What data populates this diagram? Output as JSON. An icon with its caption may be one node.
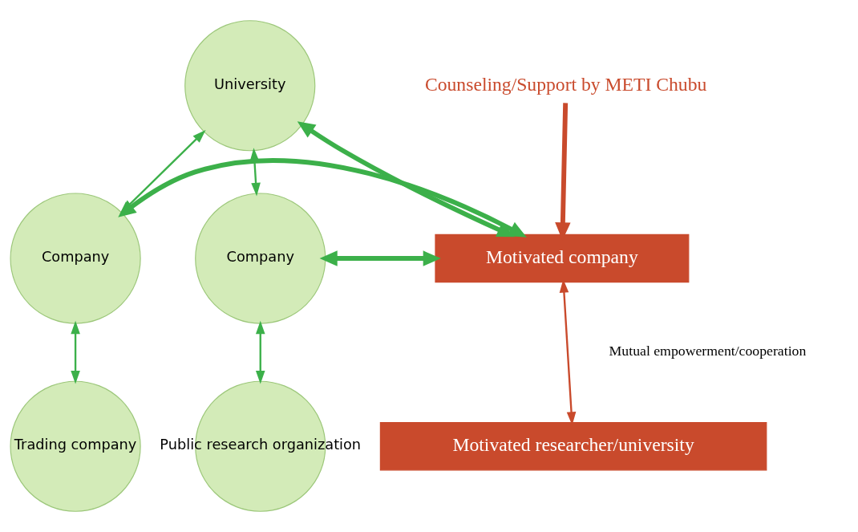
{
  "diagram": {
    "nodes": [
      {
        "text": [
          "University"
        ]
      },
      {
        "text": [
          "Company"
        ]
      },
      {
        "text": [
          "Company"
        ]
      },
      {
        "text": [
          "Motivated company"
        ]
      },
      {
        "text": [
          "Trading company"
        ]
      },
      {
        "text": [
          "Public research organization"
        ]
      },
      {
        "text": [
          "Motivated researcher/university"
        ]
      },
      {
        "text": [
          "Counseling/Support by METI Chubu"
        ]
      }
    ],
    "edges": [
      {
        "from": 1,
        "to": 0,
        "arrow": "both"
      },
      {
        "from": 0,
        "to": 2,
        "arrow": "both"
      },
      {
        "from": 0,
        "to": 3,
        "arrow": "both",
        "style": "thick"
      },
      {
        "from": 1,
        "to": 3,
        "arrow": "both",
        "style": "thick"
      },
      {
        "from": 2,
        "to": 3,
        "arrow": "both",
        "style": "thick"
      },
      {
        "from": 1,
        "to": 4,
        "arrow": "both"
      },
      {
        "from": 2,
        "to": 5,
        "arrow": "both"
      },
      {
        "from": 3,
        "to": 6,
        "arrow": "both",
        "label": "Mutual empowerment/cooperation",
        "color": "#c94a2c"
      },
      {
        "from": 7,
        "to": 3,
        "arrow": "to",
        "style": "thick",
        "color": "#c94a2c"
      }
    ]
  }
}
